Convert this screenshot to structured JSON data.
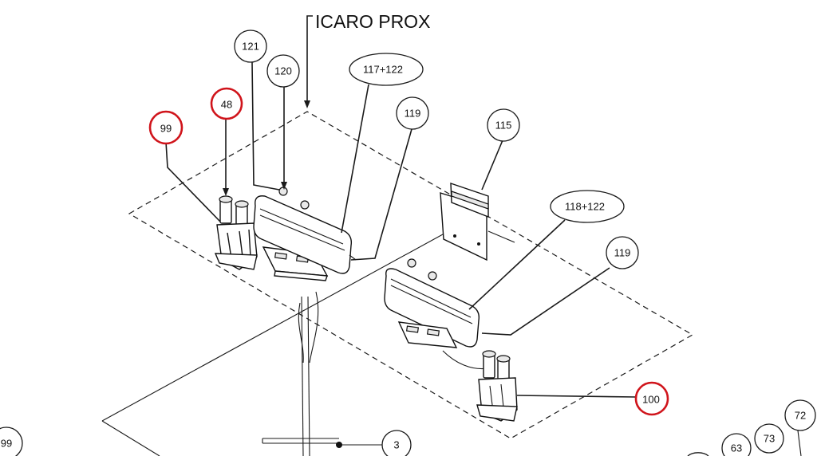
{
  "title": "ICARO PROX",
  "callouts": {
    "c121": "121",
    "c120": "120",
    "c48": "48",
    "c99": "99",
    "c117_122": "117+122",
    "c119a": "119",
    "c115": "115",
    "c118_122": "118+122",
    "c119b": "119",
    "c100": "100",
    "c3": "3",
    "c99b": "99",
    "c63": "63",
    "c73": "73",
    "c72": "72"
  },
  "colors": {
    "highlight": "#d0141b",
    "line": "#1a1a1a"
  }
}
